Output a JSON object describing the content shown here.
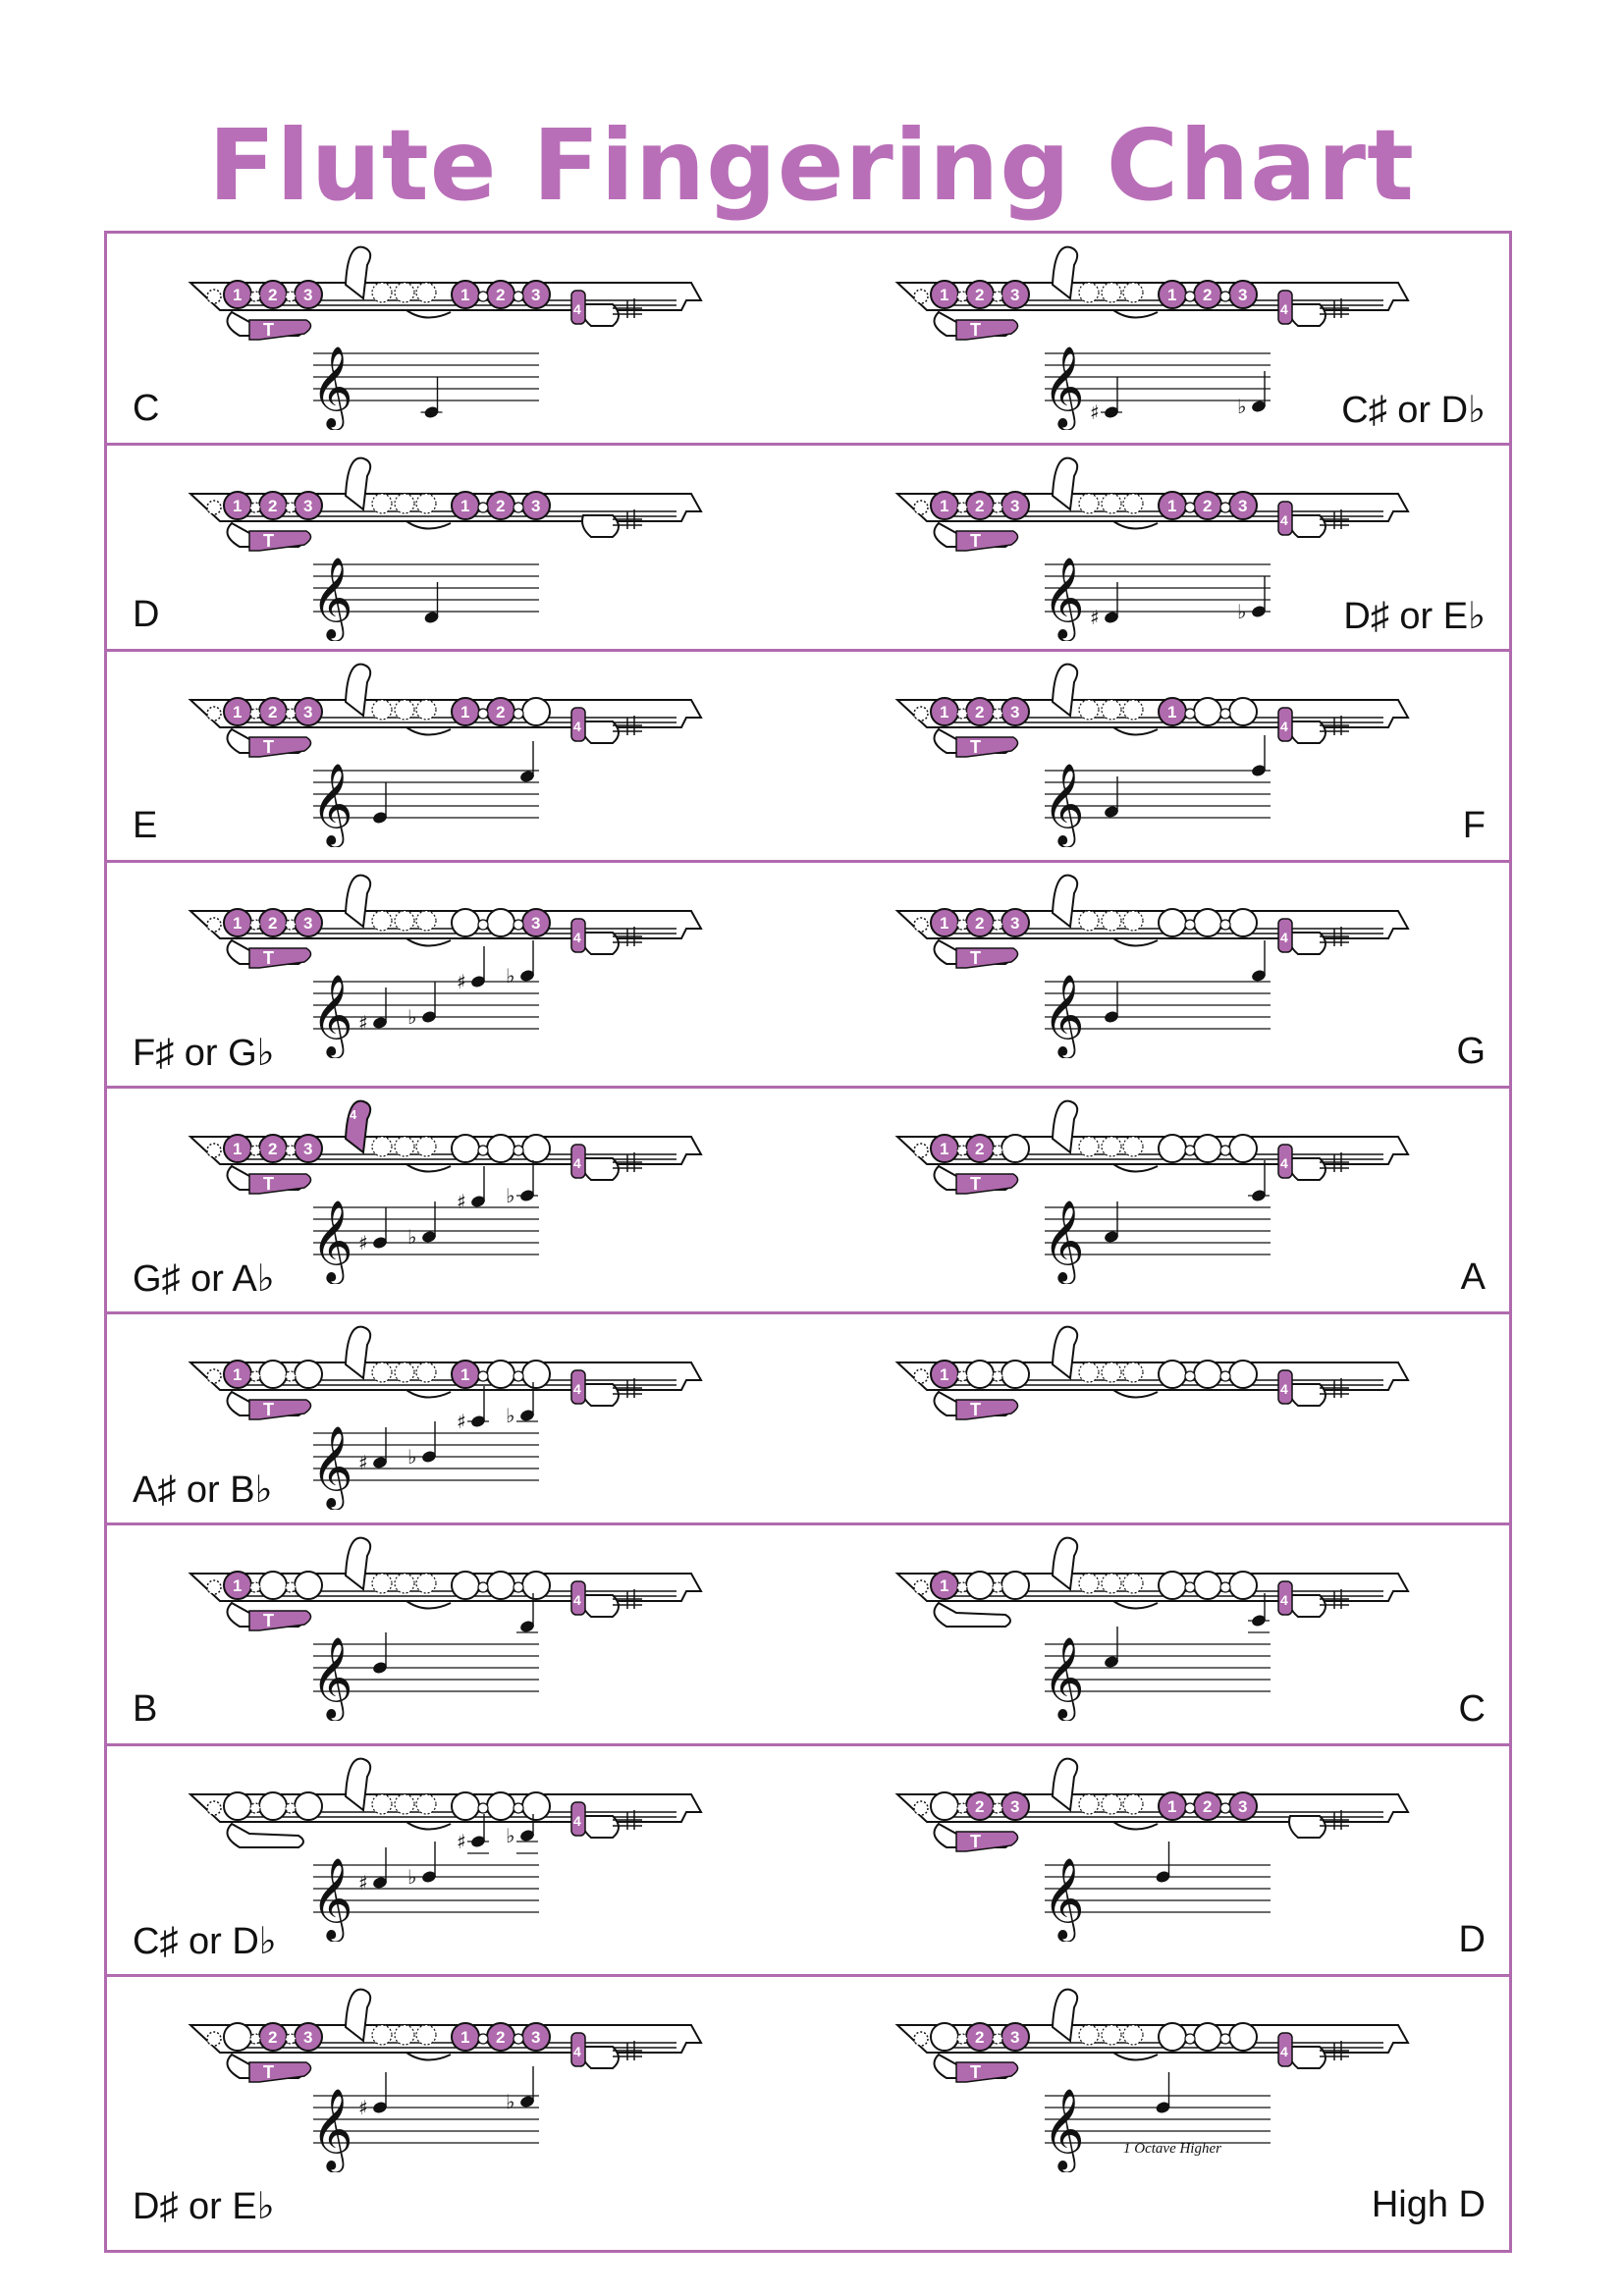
{
  "title": "Flute Fingering Chart",
  "colors": {
    "accent": "#b06aae",
    "title": "#b96fb8",
    "ink": "#111111"
  },
  "rows": [
    {
      "cells": [
        {
          "label": "C",
          "labelAlign": "left",
          "keys": {
            "lh": [
              1,
              2,
              3
            ],
            "rh": [
              1,
              2,
              3
            ],
            "pinky": "c-roller",
            "thumb": true
          },
          "notes": [
            {
              "p": "C4",
              "acc": ""
            }
          ]
        },
        {
          "label": "C♯ or D♭",
          "labelAlign": "right",
          "keys": {
            "lh": [
              1,
              2,
              3
            ],
            "rh": [
              1,
              2,
              3
            ],
            "pinky": "c-sharp",
            "thumb": true
          },
          "notes": [
            {
              "p": "C4",
              "acc": "♯"
            },
            {
              "p": "D4",
              "acc": "♭"
            }
          ]
        }
      ]
    },
    {
      "cells": [
        {
          "label": "D",
          "labelAlign": "left",
          "keys": {
            "lh": [
              1,
              2,
              3
            ],
            "rh": [
              1,
              2,
              3
            ],
            "pinky": "",
            "thumb": true
          },
          "notes": [
            {
              "p": "D4",
              "acc": ""
            }
          ]
        },
        {
          "label": "D♯  or E♭",
          "labelAlign": "right",
          "keys": {
            "lh": [
              1,
              2,
              3
            ],
            "rh": [
              1,
              2,
              3
            ],
            "pinky": "4",
            "thumb": true
          },
          "notes": [
            {
              "p": "D4",
              "acc": "♯"
            },
            {
              "p": "E4",
              "acc": "♭"
            }
          ]
        }
      ]
    },
    {
      "cells": [
        {
          "label": "E",
          "labelAlign": "left",
          "keys": {
            "lh": [
              1,
              2,
              3
            ],
            "rh": [
              1,
              2
            ],
            "pinky": "4",
            "thumb": true
          },
          "notes": [
            {
              "p": "E4",
              "acc": ""
            },
            {
              "p": "E5",
              "acc": ""
            }
          ]
        },
        {
          "label": "F",
          "labelAlign": "right",
          "keys": {
            "lh": [
              1,
              2,
              3
            ],
            "rh": [
              1
            ],
            "pinky": "4",
            "thumb": true
          },
          "notes": [
            {
              "p": "F4",
              "acc": ""
            },
            {
              "p": "F5",
              "acc": ""
            }
          ]
        }
      ]
    },
    {
      "cells": [
        {
          "label": "F♯ or G♭",
          "labelAlign": "left",
          "keys": {
            "lh": [
              1,
              2,
              3
            ],
            "rh": [
              3
            ],
            "pinky": "4",
            "thumb": true
          },
          "notes": [
            {
              "p": "F4",
              "acc": "♯"
            },
            {
              "p": "G4",
              "acc": "♭"
            },
            {
              "p": "F5",
              "acc": "♯"
            },
            {
              "p": "G5",
              "acc": "♭"
            }
          ]
        },
        {
          "label": "G",
          "labelAlign": "right",
          "keys": {
            "lh": [
              1,
              2,
              3
            ],
            "rh": [],
            "pinky": "4",
            "thumb": true
          },
          "notes": [
            {
              "p": "G4",
              "acc": ""
            },
            {
              "p": "G5",
              "acc": ""
            }
          ]
        }
      ]
    },
    {
      "cells": [
        {
          "label": "G♯ or A♭",
          "labelAlign": "left",
          "keys": {
            "lh": [
              1,
              2,
              3
            ],
            "rh": [],
            "pinky": "4",
            "thumb": true,
            "gsharp": "4"
          },
          "notes": [
            {
              "p": "G4",
              "acc": "♯"
            },
            {
              "p": "A4",
              "acc": "♭"
            },
            {
              "p": "G5",
              "acc": "♯"
            },
            {
              "p": "A5",
              "acc": "♭"
            }
          ]
        },
        {
          "label": "A",
          "labelAlign": "right",
          "keys": {
            "lh": [
              1,
              2
            ],
            "rh": [],
            "pinky": "4",
            "thumb": true
          },
          "notes": [
            {
              "p": "A4",
              "acc": ""
            },
            {
              "p": "A5",
              "acc": ""
            }
          ]
        }
      ]
    },
    {
      "cells": [
        {
          "label": "A♯ or B♭",
          "labelAlign": "left",
          "keys": {
            "lh": [
              1
            ],
            "rh": [
              1
            ],
            "pinky": "4",
            "thumb": true
          },
          "notes": [
            {
              "p": "A4",
              "acc": "♯"
            },
            {
              "p": "B4",
              "acc": "♭"
            },
            {
              "p": "A5",
              "acc": "♯"
            },
            {
              "p": "B5",
              "acc": "♭"
            }
          ]
        },
        {
          "label": "",
          "labelAlign": "right",
          "keys": {
            "lh": [
              1
            ],
            "rh": [],
            "pinky": "4",
            "thumb": true
          },
          "notes": []
        }
      ]
    },
    {
      "cells": [
        {
          "label": "B",
          "labelAlign": "left",
          "keys": {
            "lh": [
              1
            ],
            "rh": [],
            "pinky": "4",
            "thumb": true
          },
          "notes": [
            {
              "p": "B4",
              "acc": ""
            },
            {
              "p": "B5",
              "acc": ""
            }
          ]
        },
        {
          "label": "C",
          "labelAlign": "right",
          "keys": {
            "lh": [
              1
            ],
            "rh": [],
            "pinky": "4",
            "thumb": false
          },
          "notes": [
            {
              "p": "C5",
              "acc": ""
            },
            {
              "p": "C6",
              "acc": ""
            }
          ]
        }
      ]
    },
    {
      "cells": [
        {
          "label": "C♯ or D♭",
          "labelAlign": "left",
          "keys": {
            "lh": [],
            "rh": [],
            "pinky": "4",
            "thumb": false
          },
          "notes": [
            {
              "p": "C5",
              "acc": "♯"
            },
            {
              "p": "D5",
              "acc": "♭"
            },
            {
              "p": "C6",
              "acc": "♯"
            },
            {
              "p": "D6",
              "acc": "♭"
            }
          ]
        },
        {
          "label": "D",
          "labelAlign": "right",
          "keys": {
            "lh": [
              2,
              3
            ],
            "rh": [
              1,
              2,
              3
            ],
            "pinky": "",
            "thumb": true
          },
          "notes": [
            {
              "p": "D5",
              "acc": ""
            }
          ]
        }
      ]
    },
    {
      "cells": [
        {
          "label": "D♯ or E♭",
          "labelAlign": "left",
          "keys": {
            "lh": [
              2,
              3
            ],
            "rh": [
              1,
              2,
              3
            ],
            "pinky": "4",
            "thumb": true
          },
          "notes": [
            {
              "p": "D5",
              "acc": "♯"
            },
            {
              "p": "E5",
              "acc": "♭"
            }
          ]
        },
        {
          "label": "High D",
          "labelAlign": "right",
          "octave_note": "1 Octave Higher",
          "keys": {
            "lh": [
              2,
              3
            ],
            "rh": [],
            "pinky": "4",
            "thumb": true
          },
          "notes": [
            {
              "p": "D5",
              "acc": ""
            }
          ]
        }
      ]
    }
  ]
}
